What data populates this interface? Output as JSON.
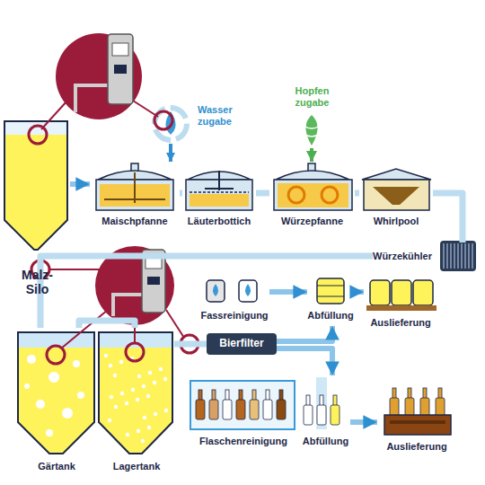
{
  "diagram": {
    "nodes": [
      {
        "text": [
          "Malz- Silo"
        ]
      },
      {
        "text": [
          "Wasser zugabe"
        ]
      },
      {
        "text": [
          "Hopfen zugabe"
        ]
      },
      {
        "text": [
          "Maischpfanne"
        ]
      },
      {
        "text": [
          "Läuterbottich"
        ]
      },
      {
        "text": [
          "Würzepfanne"
        ]
      },
      {
        "text": [
          "Whirlpool"
        ]
      },
      {
        "text": [
          "Würzekühler"
        ]
      },
      {
        "text": [
          "Fassreinigung"
        ]
      },
      {
        "text": [
          "Abfüllung"
        ]
      },
      {
        "text": [
          "Auslieferung"
        ]
      },
      {
        "text": [
          "Gärtank"
        ]
      },
      {
        "text": [
          "Lagertank"
        ]
      },
      {
        "text": [
          "Bierfilter"
        ]
      },
      {
        "text": [
          "Flaschenreinigung"
        ]
      },
      {
        "text": [
          "Abfüllung"
        ]
      },
      {
        "text": [
          "Auslieferung"
        ]
      }
    ],
    "edges": [
      {
        "from": 0,
        "to": 3,
        "arrow": "to"
      },
      {
        "from": 1,
        "to": 3,
        "arrow": "to"
      },
      {
        "from": 2,
        "to": 5,
        "arrow": "to"
      },
      {
        "from": 3,
        "to": 4,
        "arrow": "none"
      },
      {
        "from": 4,
        "to": 5,
        "arrow": "none"
      },
      {
        "from": 5,
        "to": 6,
        "arrow": "none"
      },
      {
        "from": 6,
        "to": 7,
        "arrow": "none"
      },
      {
        "from": 7,
        "to": 11,
        "arrow": "none"
      },
      {
        "from": 11,
        "to": 12,
        "arrow": "none"
      },
      {
        "from": 12,
        "to": 13,
        "arrow": "none"
      },
      {
        "from": 13,
        "to": 9,
        "arrow": "to"
      },
      {
        "from": 13,
        "to": 15,
        "arrow": "to"
      },
      {
        "from": 8,
        "to": 9,
        "arrow": "to"
      },
      {
        "from": 9,
        "to": 10,
        "arrow": "to"
      },
      {
        "from": 15,
        "to": 16,
        "arrow": "to"
      }
    ]
  }
}
